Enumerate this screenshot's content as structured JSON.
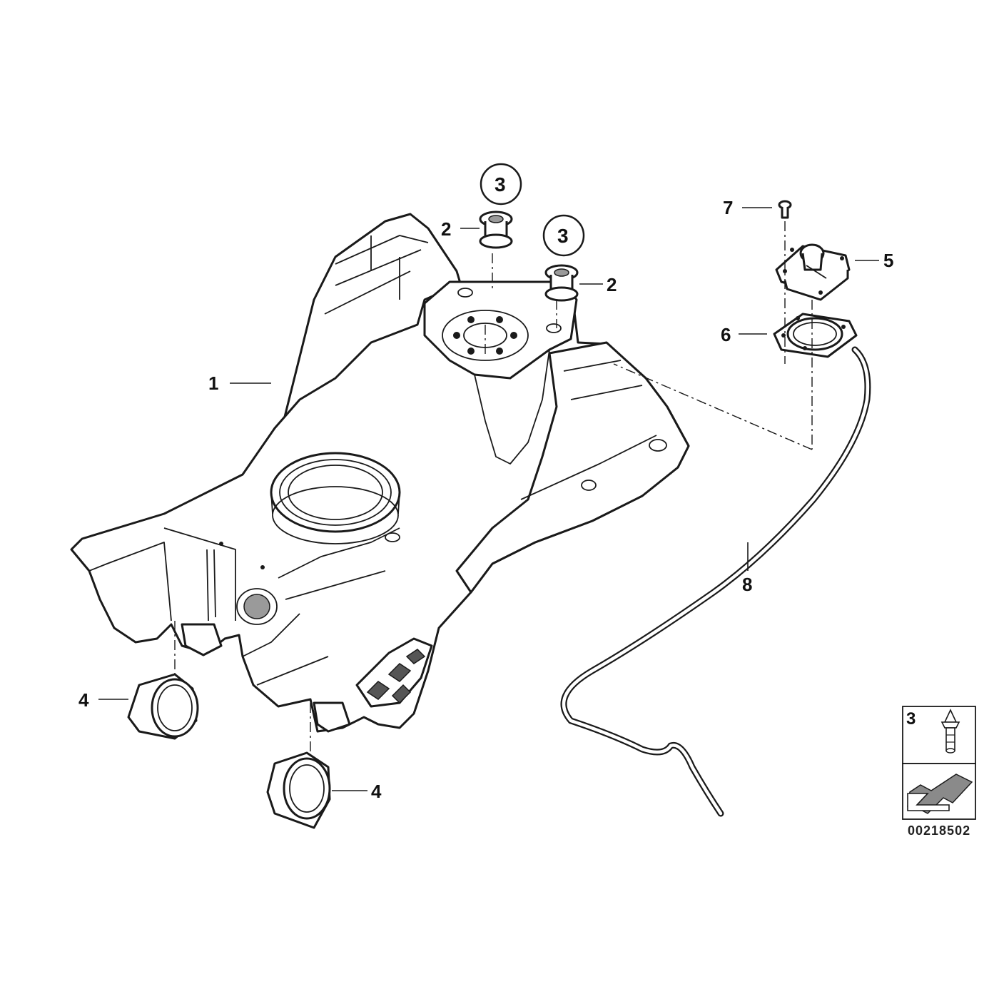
{
  "callouts": {
    "c1": "1",
    "c2a": "2",
    "c2b": "2",
    "c3a": "3",
    "c3b": "3",
    "c4a": "4",
    "c4b": "4",
    "c5": "5",
    "c6": "6",
    "c7": "7",
    "c8": "8"
  },
  "inset": {
    "number": "3"
  },
  "reference_number": "00218502",
  "icons": {
    "inset_part": "push-rivet-icon",
    "inset_arrow": "orientation-arrow-icon"
  }
}
